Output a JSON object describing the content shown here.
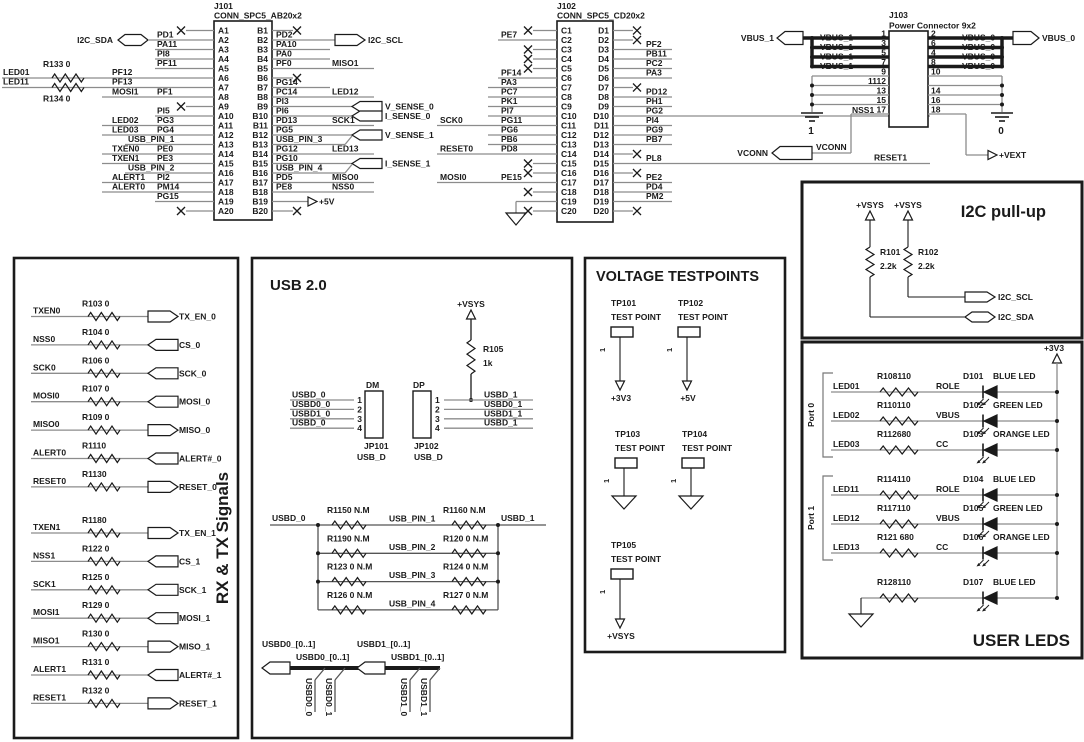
{
  "j101": {
    "ref": "J101",
    "part": "CONN_SPC5_AB20x2",
    "rows": [
      {
        "a": "A1",
        "b": "B1",
        "l": {
          "t": "nc"
        },
        "r": {
          "t": "nc"
        }
      },
      {
        "a": "A2",
        "b": "B2",
        "l": {
          "t": "port",
          "net": "PD1",
          "port": "I2C_SDA"
        },
        "r": {
          "t": "port",
          "net": "PD2",
          "port": "I2C_SCL"
        }
      },
      {
        "a": "A3",
        "b": "B3",
        "l": {
          "t": "n",
          "net": "PA11"
        },
        "r": {
          "t": "n",
          "net": "PA10"
        }
      },
      {
        "a": "A4",
        "b": "B4",
        "l": {
          "t": "n",
          "net": "PI8"
        },
        "r": {
          "t": "n",
          "net": "PA0"
        }
      },
      {
        "a": "A5",
        "b": "B5",
        "l": {
          "t": "n",
          "net": "PF11"
        },
        "r": {
          "t": "x",
          "net": "PF0",
          "ext": "MISO1"
        }
      },
      {
        "a": "A6",
        "b": "B6",
        "l": {
          "t": "res",
          "net": "PF12",
          "src": "LED01",
          "res": "R133 0",
          "rpos": "above"
        },
        "r": {
          "t": "nc"
        }
      },
      {
        "a": "A7",
        "b": "B7",
        "l": {
          "t": "res",
          "net": "PF13",
          "src": "LED11",
          "res": "R134 0",
          "rpos": "below"
        },
        "r": {
          "t": "n",
          "net": "PG14"
        }
      },
      {
        "a": "A8",
        "b": "B8",
        "l": {
          "t": "x",
          "net": "PF1",
          "ext": "MOSI1"
        },
        "r": {
          "t": "x",
          "net": "PC14",
          "ext": "LED12"
        }
      },
      {
        "a": "A9",
        "b": "B9",
        "l": {
          "t": "nc"
        },
        "r": {
          "t": "sense",
          "net": "PI3",
          "port": "V_SENSE_0"
        }
      },
      {
        "a": "A10",
        "b": "B10",
        "l": {
          "t": "n",
          "net": "PI5"
        },
        "r": {
          "t": "sense",
          "net": "PI6",
          "port": "I_SENSE_0"
        }
      },
      {
        "a": "A11",
        "b": "B11",
        "l": {
          "t": "x",
          "net": "PG3",
          "ext": "LED02"
        },
        "r": {
          "t": "x",
          "net": "PD13",
          "ext": "SCK1"
        }
      },
      {
        "a": "A12",
        "b": "B12",
        "l": {
          "t": "x",
          "net": "PG4",
          "ext": "LED03"
        },
        "r": {
          "t": "sense",
          "net": "PG5",
          "port": "V_SENSE_1"
        }
      },
      {
        "a": "A13",
        "b": "B13",
        "l": {
          "t": "wide",
          "net": "USB_PIN_1"
        },
        "r": {
          "t": "diag",
          "net": "USB_PIN_3"
        }
      },
      {
        "a": "A14",
        "b": "B14",
        "l": {
          "t": "x",
          "net": "PE0",
          "ext": "TXEN0"
        },
        "r": {
          "t": "x",
          "net": "PG12",
          "ext": "LED13"
        }
      },
      {
        "a": "A15",
        "b": "B15",
        "l": {
          "t": "x",
          "net": "PE3",
          "ext": "TXEN1"
        },
        "r": {
          "t": "sense",
          "net": "PG10",
          "port": "I_SENSE_1"
        }
      },
      {
        "a": "A16",
        "b": "B16",
        "l": {
          "t": "wide",
          "net": "USB_PIN_2"
        },
        "r": {
          "t": "diag",
          "net": "USB_PIN_4"
        }
      },
      {
        "a": "A17",
        "b": "B17",
        "l": {
          "t": "x",
          "net": "PI2",
          "ext": "ALERT1"
        },
        "r": {
          "t": "x",
          "net": "PD5",
          "ext": "MISO0"
        }
      },
      {
        "a": "A18",
        "b": "B18",
        "l": {
          "t": "x",
          "net": "PM14",
          "ext": "ALERT0"
        },
        "r": {
          "t": "x",
          "net": "PE8",
          "ext": "NSS0"
        }
      },
      {
        "a": "A19",
        "b": "B19",
        "l": {
          "t": "n",
          "net": "PG15"
        },
        "r": {
          "t": "pwr",
          "label": "+5V"
        }
      },
      {
        "a": "A20",
        "b": "B20",
        "l": {
          "t": "nc"
        },
        "r": {
          "t": "nc"
        }
      }
    ]
  },
  "j102": {
    "ref": "J102",
    "part": "CONN_SPC5_CD20x2",
    "rows": [
      {
        "a": "C1",
        "b": "D1",
        "l": {
          "t": "nc"
        },
        "r": {
          "t": "nc"
        }
      },
      {
        "a": "C2",
        "b": "D2",
        "l": {
          "t": "n",
          "net": "PE7"
        },
        "r": {
          "t": "nc"
        }
      },
      {
        "a": "C3",
        "b": "D3",
        "l": {
          "t": "nc"
        },
        "r": {
          "t": "n",
          "net": "PF2"
        }
      },
      {
        "a": "C4",
        "b": "D4",
        "l": {
          "t": "nc"
        },
        "r": {
          "t": "n",
          "net": "PB11"
        }
      },
      {
        "a": "C5",
        "b": "D5",
        "l": {
          "t": "nc"
        },
        "r": {
          "t": "n",
          "net": "PC2"
        }
      },
      {
        "a": "C6",
        "b": "D6",
        "l": {
          "t": "n",
          "net": "PF14"
        },
        "r": {
          "t": "n",
          "net": "PA3"
        }
      },
      {
        "a": "C7",
        "b": "D7",
        "l": {
          "t": "long",
          "net": "PA3"
        },
        "r": {
          "t": "nc"
        }
      },
      {
        "a": "C8",
        "b": "D8",
        "l": {
          "t": "long",
          "net": "PC7"
        },
        "r": {
          "t": "n",
          "net": "PD12"
        }
      },
      {
        "a": "C9",
        "b": "D9",
        "l": {
          "t": "long",
          "net": "PK1"
        },
        "r": {
          "t": "n",
          "net": "PH1"
        }
      },
      {
        "a": "C10",
        "b": "D10",
        "l": {
          "t": "long",
          "net": "PI7"
        },
        "r": {
          "t": "far",
          "net": "PG2",
          "ext": "NSS1"
        }
      },
      {
        "a": "C11",
        "b": "D11",
        "l": {
          "t": "x",
          "net": "PG11",
          "ext": "SCK0"
        },
        "r": {
          "t": "n",
          "net": "PI4"
        }
      },
      {
        "a": "C12",
        "b": "D12",
        "l": {
          "t": "long",
          "net": "PG6"
        },
        "r": {
          "t": "n",
          "net": "PG9"
        }
      },
      {
        "a": "C13",
        "b": "D13",
        "l": {
          "t": "long",
          "net": "PB6"
        },
        "r": {
          "t": "n",
          "net": "PB7"
        }
      },
      {
        "a": "C14",
        "b": "D14",
        "l": {
          "t": "x",
          "net": "PD8",
          "ext": "RESET0"
        },
        "r": {
          "t": "nc"
        }
      },
      {
        "a": "C15",
        "b": "D15",
        "l": {
          "t": "nc"
        },
        "r": {
          "t": "far",
          "net": "PL8",
          "ext": "RESET1"
        }
      },
      {
        "a": "C16",
        "b": "D16",
        "l": {
          "t": "nc"
        },
        "r": {
          "t": "nc"
        }
      },
      {
        "a": "C17",
        "b": "D17",
        "l": {
          "t": "x",
          "net": "PE15",
          "ext": "MOSI0"
        },
        "r": {
          "t": "n",
          "net": "PE2"
        }
      },
      {
        "a": "C18",
        "b": "D18",
        "l": {
          "t": "nc"
        },
        "r": {
          "t": "n",
          "net": "PD4"
        }
      },
      {
        "a": "C19",
        "b": "D19",
        "l": {
          "t": "gnd"
        },
        "r": {
          "t": "n",
          "net": "PM2"
        }
      },
      {
        "a": "C20",
        "b": "D20",
        "l": {
          "t": "nc"
        },
        "r": {
          "t": "nc"
        }
      }
    ]
  },
  "j103": {
    "ref": "J103",
    "part": "Power Connector 9x2",
    "pins_left": [
      "1",
      "3",
      "5",
      "7",
      "9",
      "1112",
      "13",
      "15",
      "17"
    ],
    "pins_right": [
      "2",
      "6",
      "4",
      "8",
      "10",
      "",
      "14",
      "16",
      "18"
    ],
    "vbus1": "VBUS_1",
    "vbus0": "VBUS_0",
    "vconn_port": "VCONN",
    "vconn_net": "VCONN",
    "vext": "+VEXT",
    "gnd_left": "1",
    "gnd_right": "0"
  },
  "rxtx": {
    "title": "RX & TX Signals",
    "rows": [
      {
        "net": "TXEN0",
        "res": "R103 0",
        "port": "TX_EN_0",
        "dir": "out"
      },
      {
        "net": "NSS0",
        "res": "R104 0",
        "port": "CS_0",
        "dir": "in"
      },
      {
        "net": "SCK0",
        "res": "R106 0",
        "port": "SCK_0",
        "dir": "in"
      },
      {
        "net": "MOSI0",
        "res": "R107 0",
        "port": "MOSI_0",
        "dir": "in"
      },
      {
        "net": "MISO0",
        "res": "R109 0",
        "port": "MISO_0",
        "dir": "out"
      },
      {
        "net": "ALERT0",
        "res": "R1110",
        "port": "ALERT#_0",
        "dir": "in"
      },
      {
        "net": "RESET0",
        "res": "R1130",
        "port": "RESET_0",
        "dir": "out"
      },
      {
        "net": "TXEN1",
        "res": "R1180",
        "port": "TX_EN_1",
        "dir": "out"
      },
      {
        "net": "NSS1",
        "res": "R122 0",
        "port": "CS_1",
        "dir": "in"
      },
      {
        "net": "SCK1",
        "res": "R125 0",
        "port": "SCK_1",
        "dir": "in"
      },
      {
        "net": "MOSI1",
        "res": "R129 0",
        "port": "MOSI_1",
        "dir": "in"
      },
      {
        "net": "MISO1",
        "res": "R130 0",
        "port": "MISO_1",
        "dir": "out"
      },
      {
        "net": "ALERT1",
        "res": "R131 0",
        "port": "ALERT#_1",
        "dir": "in"
      },
      {
        "net": "RESET1",
        "res": "R132 0",
        "port": "RESET_1",
        "dir": "out"
      }
    ]
  },
  "usb": {
    "title": "USB 2.0",
    "vsys": "+VSYS",
    "r105": "R105",
    "r105_val": "1k",
    "jp101": {
      "top": "DM",
      "ref": "JP101",
      "part": "USB_D",
      "pins": [
        "1",
        "2",
        "3",
        "4"
      ],
      "nets": [
        "USBD_0",
        "USBD0_0",
        "USBD1_0",
        "USBD_0"
      ]
    },
    "jp102": {
      "top": "DP",
      "ref": "JP102",
      "part": "USB_D",
      "pins": [
        "1",
        "2",
        "3",
        "4"
      ],
      "nets": [
        "USBD_1",
        "USBD0_1",
        "USBD1_1",
        "USBD_1"
      ]
    },
    "matrix": {
      "left": "USBD_0",
      "right": "USBD_1",
      "rows": [
        {
          "rl": "R1150 N.M",
          "mid": "USB_PIN_1",
          "rr": "R1160 N.M"
        },
        {
          "rl": "R1190 N.M",
          "mid": "USB_PIN_2",
          "rr": "R120 0 N.M"
        },
        {
          "rl": "R123 0 N.M",
          "mid": "USB_PIN_3",
          "rr": "R124 0 N.M"
        },
        {
          "rl": "R126 0 N.M",
          "mid": "USB_PIN_4",
          "rr": "R127 0 N.M"
        }
      ]
    },
    "rippers": [
      {
        "tag": "USBD0_[0..1]",
        "bus": "USBD0_[0..1]",
        "branches": [
          "USBD0_0",
          "USBD0_1"
        ]
      },
      {
        "tag": "USBD1_[0..1]",
        "bus": "USBD1_[0..1]",
        "branches": [
          "USBD1_0",
          "USBD1_1"
        ]
      }
    ]
  },
  "testpoints": {
    "title": "VOLTAGE TESTPOINTS",
    "part": "TEST POINT",
    "pin": "1",
    "items": [
      {
        "ref": "TP101",
        "end": "pwr",
        "label": "+3V3"
      },
      {
        "ref": "TP102",
        "end": "pwr",
        "label": "+5V"
      },
      {
        "ref": "TP103",
        "end": "gnd",
        "label": ""
      },
      {
        "ref": "TP104",
        "end": "gnd",
        "label": ""
      },
      {
        "ref": "TP105",
        "end": "pwr",
        "label": "+VSYS"
      }
    ]
  },
  "i2c": {
    "title": "I2C pull-up",
    "vsys": "+VSYS",
    "r1": {
      "ref": "R101",
      "val": "2.2k"
    },
    "r2": {
      "ref": "R102",
      "val": "2.2k"
    },
    "scl": "I2C_SCL",
    "sda": "I2C_SDA"
  },
  "leds": {
    "title": "USER LEDS",
    "rail": "+3V3",
    "groups": [
      {
        "label": "Port 0",
        "rows": [
          {
            "net": "LED01",
            "res": "R108110",
            "fn": "ROLE",
            "d": "D101",
            "desc": "BLUE LED"
          },
          {
            "net": "LED02",
            "res": "R110110",
            "fn": "VBUS",
            "d": "D102",
            "desc": "GREEN LED"
          },
          {
            "net": "LED03",
            "res": "R112680",
            "fn": "CC",
            "d": "D103",
            "desc": "ORANGE LED"
          }
        ]
      },
      {
        "label": "Port 1",
        "rows": [
          {
            "net": "LED11",
            "res": "R114110",
            "fn": "ROLE",
            "d": "D104",
            "desc": "BLUE LED"
          },
          {
            "net": "LED12",
            "res": "R117110",
            "fn": "VBUS",
            "d": "D105",
            "desc": "GREEN LED"
          },
          {
            "net": "LED13",
            "res": "R121 680",
            "fn": "CC",
            "d": "D106",
            "desc": "ORANGE LED"
          }
        ]
      }
    ],
    "bottom": {
      "res": "R128110",
      "d": "D107",
      "desc": "BLUE LED"
    }
  }
}
